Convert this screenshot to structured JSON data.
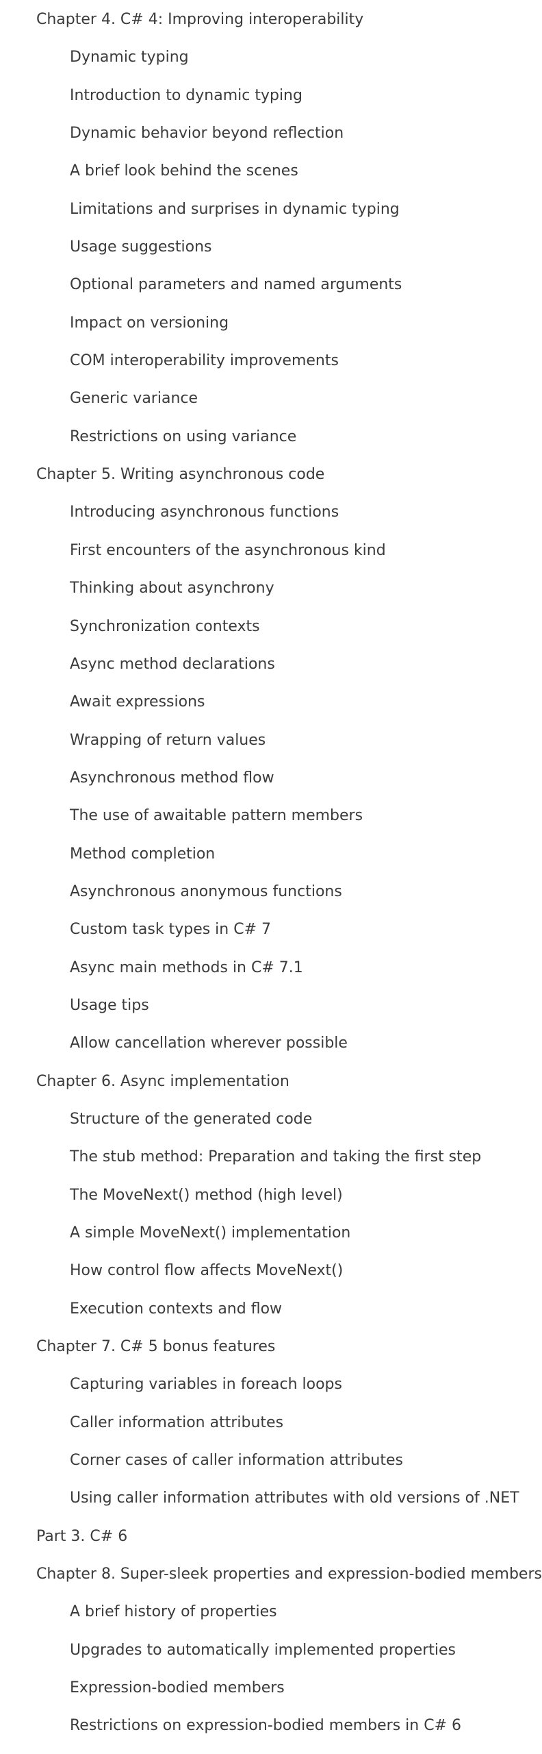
{
  "toc": {
    "entries": [
      {
        "level": 1,
        "text": "Chapter 4. C# 4: Improving interoperability"
      },
      {
        "level": 2,
        "text": "Dynamic typing"
      },
      {
        "level": 2,
        "text": "Introduction to dynamic typing"
      },
      {
        "level": 2,
        "text": "Dynamic behavior beyond reflection"
      },
      {
        "level": 2,
        "text": "A brief look behind the scenes"
      },
      {
        "level": 2,
        "text": "Limitations and surprises in dynamic typing"
      },
      {
        "level": 2,
        "text": "Usage suggestions"
      },
      {
        "level": 2,
        "text": "Optional parameters and named arguments"
      },
      {
        "level": 2,
        "text": "Impact on versioning"
      },
      {
        "level": 2,
        "text": "COM interoperability improvements"
      },
      {
        "level": 2,
        "text": "Generic variance"
      },
      {
        "level": 2,
        "text": "Restrictions on using variance"
      },
      {
        "level": 1,
        "text": "Chapter 5. Writing asynchronous code"
      },
      {
        "level": 2,
        "text": "Introducing asynchronous functions"
      },
      {
        "level": 2,
        "text": "First encounters of the asynchronous kind"
      },
      {
        "level": 2,
        "text": "Thinking about asynchrony"
      },
      {
        "level": 2,
        "text": "Synchronization contexts"
      },
      {
        "level": 2,
        "text": "Async method declarations"
      },
      {
        "level": 2,
        "text": "Await expressions"
      },
      {
        "level": 2,
        "text": "Wrapping of return values"
      },
      {
        "level": 2,
        "text": "Asynchronous method flow"
      },
      {
        "level": 2,
        "text": "The use of awaitable pattern members"
      },
      {
        "level": 2,
        "text": "Method completion"
      },
      {
        "level": 2,
        "text": "Asynchronous anonymous functions"
      },
      {
        "level": 2,
        "text": "Custom task types in C# 7"
      },
      {
        "level": 2,
        "text": "Async main methods in C# 7.1"
      },
      {
        "level": 2,
        "text": "Usage tips"
      },
      {
        "level": 2,
        "text": "Allow cancellation wherever possible"
      },
      {
        "level": 1,
        "text": "Chapter 6. Async implementation"
      },
      {
        "level": 2,
        "text": "Structure of the generated code"
      },
      {
        "level": 2,
        "text": "The stub method: Preparation and taking the first step"
      },
      {
        "level": 2,
        "text": "The MoveNext() method (high level)"
      },
      {
        "level": 2,
        "text": "A simple MoveNext() implementation"
      },
      {
        "level": 2,
        "text": "How control flow affects MoveNext()"
      },
      {
        "level": 2,
        "text": "Execution contexts and flow"
      },
      {
        "level": 1,
        "text": "Chapter 7. C# 5 bonus features"
      },
      {
        "level": 2,
        "text": "Capturing variables in foreach loops"
      },
      {
        "level": 2,
        "text": "Caller information attributes"
      },
      {
        "level": 2,
        "text": "Corner cases of caller information attributes"
      },
      {
        "level": 2,
        "text": "Using caller information attributes with old versions of .NET"
      },
      {
        "level": 1,
        "text": "Part 3. C# 6"
      },
      {
        "level": 1,
        "text": "Chapter 8. Super-sleek properties and expression-bodied members"
      },
      {
        "level": 2,
        "text": "A brief history of properties"
      },
      {
        "level": 2,
        "text": "Upgrades to automatically implemented properties"
      },
      {
        "level": 2,
        "text": "Expression-bodied members"
      },
      {
        "level": 2,
        "text": "Restrictions on expression-bodied members in C# 6"
      }
    ]
  }
}
